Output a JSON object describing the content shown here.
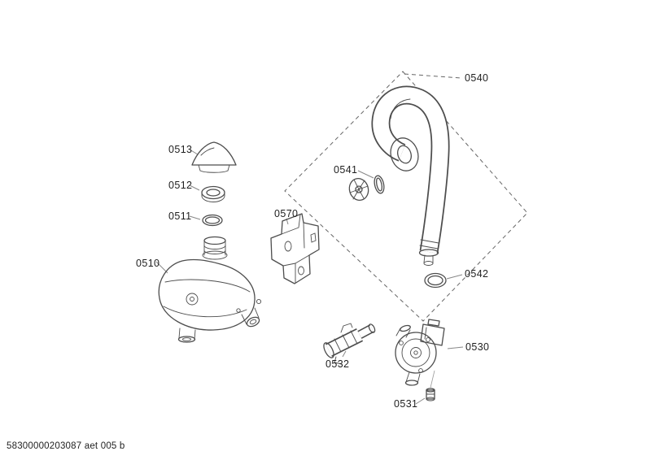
{
  "page": {
    "background": "#ffffff"
  },
  "footer": {
    "code": "58300000203087 aet 005 b"
  },
  "labels": {
    "l0510": "0510",
    "l0511": "0511",
    "l0512": "0512",
    "l0513": "0513",
    "l0530": "0530",
    "l0531": "0531",
    "l0532": "0532",
    "l0540": "0540",
    "l0541": "0541",
    "l0542": "0542",
    "l0570": "0570"
  },
  "colors": {
    "line": "#4d4d4d",
    "leader": "#888888",
    "dash_outline": "#666666",
    "label_text": "#1f1f1f",
    "background": "#ffffff"
  }
}
